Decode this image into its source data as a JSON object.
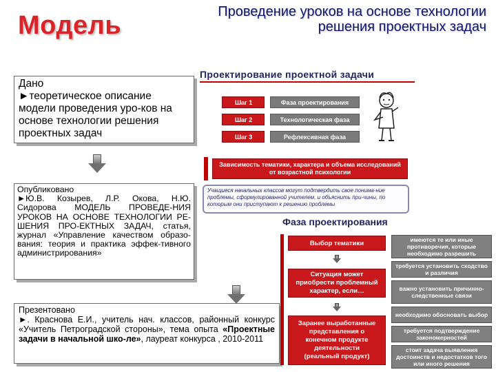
{
  "header": {
    "brand": "Модель",
    "title": "Проведение уроков на основе технологии решения проектных задач"
  },
  "given": {
    "heading": "Дано",
    "text": "►теоретическое описание модели проведения уро-ков на основе технологии решения проектных задач"
  },
  "published": {
    "heading": "Опубликовано",
    "text": "►Ю.В. Козырев, Л.Р. Окова, Н.Ю. Сидорова МОДЕЛЬ ПРОВЕДЕ-НИЯ УРОКОВ НА ОСНОВЕ ТЕХНОЛОГИИ РЕ-ШЕНИЯ ПРО-ЕКТНЫХ ЗАДАЧ, статья, журнал «Управление качеством образо-вания: теория и практика эффек-тивного администрирования»"
  },
  "presented": {
    "heading": "Презентовано",
    "text_before": "►. Краснова Е.И., учитель нач. классов, районный конкурс «Учитель Петроградской стороны», тема опыта ",
    "text_bold": "«Проектные задачи в начальной шко-ле»",
    "text_after": ", лауреат конкурса , 2010-2011"
  },
  "diagram": {
    "title": "Проектирование проектной задачи",
    "steps": [
      {
        "step": "Шаг 1",
        "phase": "Фаза проектирования"
      },
      {
        "step": "Шаг 2",
        "phase": "Технологическая фаза"
      },
      {
        "step": "Шаг 3",
        "phase": "Рефлексивная фаза"
      }
    ],
    "dependency": "Зависимость тематики, характера и объема исследований от возрастной психологии",
    "quote": "Учащиеся начальных классов могут подтвердить свое понима-ние проблемы, сформулированной учителем, и объяснить при-чины, по которым они приступают к решению проблемы",
    "design_phase": {
      "title": "Фаза проектирования",
      "center": [
        "Выбор тематики",
        "Ситуация может приобрести проблемный характер, если…",
        "Заранее выработанные представления о конечном продукте деятельности",
        "(реальный продукт)"
      ],
      "conditions": [
        "имеются те или иные противоречия, которые необходимо разрешить",
        "требуется установить сходство и различия",
        "важно установить причинно-следственные связи",
        "необходимо обосновать выбор",
        "требуется подтверждение закономерностей",
        "стоит задача выявления достоинств и недостатков того или иного решения"
      ]
    }
  },
  "colors": {
    "brand_red": "#d9252a",
    "title_navy": "#12166e",
    "step_red": "#c8181c",
    "phase_gray": "#7a7a7a"
  },
  "icons": {
    "figure": "thinking-figure-icon",
    "arrow": "down-arrow-icon"
  }
}
